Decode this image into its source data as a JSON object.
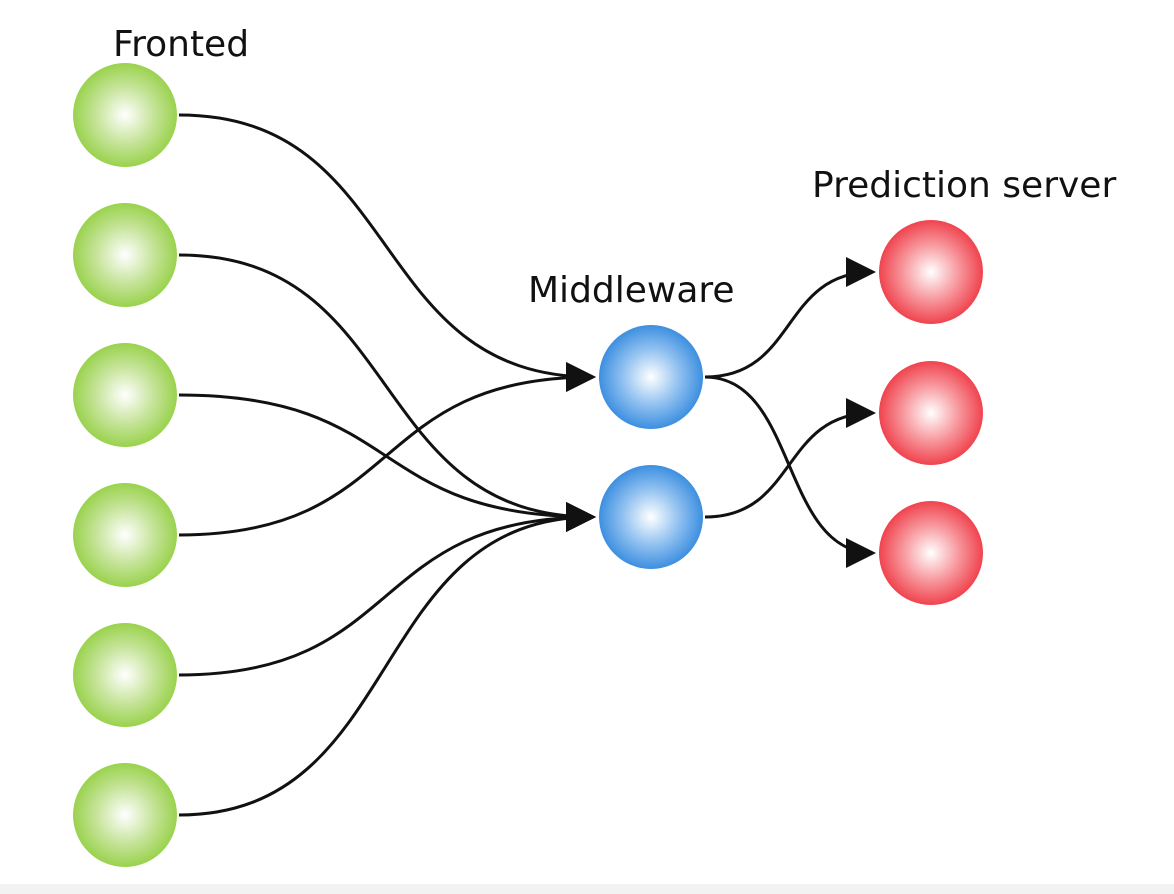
{
  "diagram": {
    "labels": {
      "frontend": "Fronted",
      "middleware": "Middleware",
      "prediction": "Prediction server"
    },
    "groups": [
      {
        "id": "frontend",
        "count": 6,
        "color": "#9ad24e"
      },
      {
        "id": "middleware",
        "count": 2,
        "color": "#3d8fe0"
      },
      {
        "id": "prediction",
        "count": 3,
        "color": "#f0434e"
      }
    ],
    "edges": [
      {
        "from": "frontend.0",
        "to": "middleware.0"
      },
      {
        "from": "frontend.1",
        "to": "middleware.1"
      },
      {
        "from": "frontend.2",
        "to": "middleware.1"
      },
      {
        "from": "frontend.3",
        "to": "middleware.0"
      },
      {
        "from": "frontend.4",
        "to": "middleware.1"
      },
      {
        "from": "frontend.5",
        "to": "middleware.1"
      },
      {
        "from": "middleware.0",
        "to": "prediction.0"
      },
      {
        "from": "middleware.0",
        "to": "prediction.2"
      },
      {
        "from": "middleware.1",
        "to": "prediction.1"
      }
    ]
  }
}
